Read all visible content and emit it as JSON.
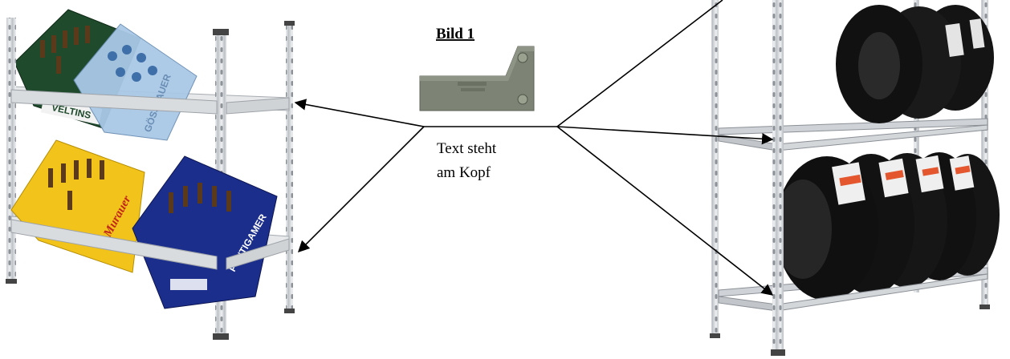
{
  "figure_label": "Bild 1",
  "caption": {
    "line1": "Text steht",
    "line2": "am Kopf"
  },
  "crates": {
    "green_crate_brand": "VELTINS",
    "blue_light_crate_brand": "GÖSSLAUER",
    "yellow_crate_brand": "Murauer",
    "blue_crate_brand": "PUNTIGAMER"
  },
  "colors": {
    "shelf_metal": "#d9dcdf",
    "shelf_shadow": "#9ea3a8",
    "green_crate": "#1f4a2c",
    "light_blue_crate": "#a9c8e6",
    "yellow_crate": "#f2c31a",
    "blue_crate": "#1c2e8c",
    "tire": "#141414",
    "tire_label": "#e4572e",
    "bracket": "#7d8475",
    "arrow": "#000000"
  },
  "icons": [
    "shelf-left",
    "shelf-right",
    "bracket-part",
    "arrow"
  ]
}
